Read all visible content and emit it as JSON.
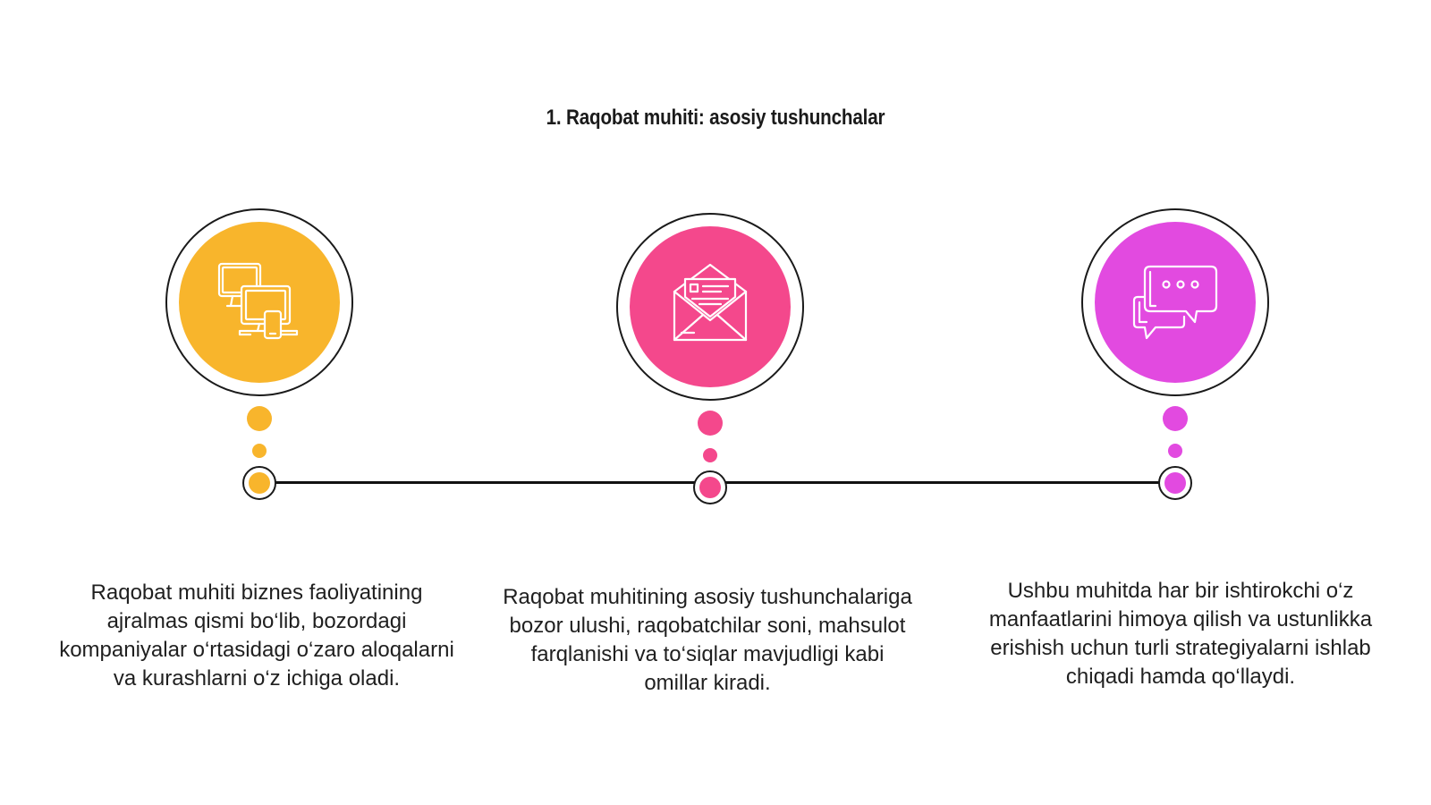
{
  "title": "1. Raqobat muhiti: asosiy tushunchalar",
  "steps": [
    {
      "icon": "devices-icon",
      "color": "#F8B52C",
      "text": "Raqobat muhiti biznes faoliyatining ajralmas qismi bo‘lib, bozordagi kompaniyalar o‘rtasidagi o‘zaro aloqalarni va kurashlarni o‘z ichiga oladi."
    },
    {
      "icon": "envelope-letter-icon",
      "color": "#F4488C",
      "text": "Raqobat muhitining asosiy tushunchalariga bozor ulushi, raqobatchilar soni, mahsulot farqlanishi va to‘siqlar mavjudligi kabi omillar kiradi."
    },
    {
      "icon": "chat-bubbles-icon",
      "color": "#E24AE0",
      "text": "Ushbu muhitda har bir ishtirokchi o‘z manfaatlarini himoya qilish va ustunlikka erishish uchun turli strategiyalarni ishlab chiqadi hamda qo‘llaydi."
    }
  ]
}
